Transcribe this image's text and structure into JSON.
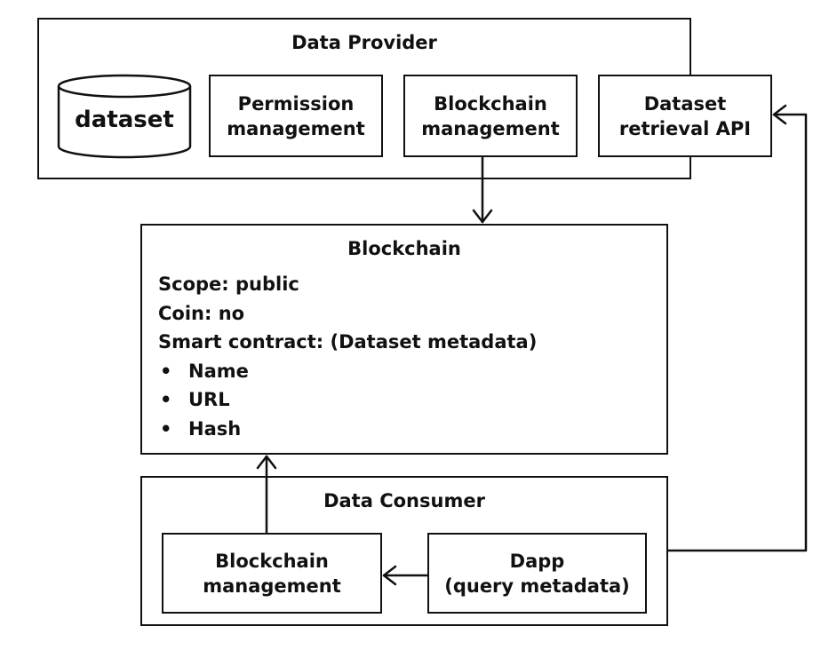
{
  "data_provider": {
    "title": "Data Provider",
    "dataset_label": "dataset",
    "permission_management": [
      "Permission",
      "management"
    ],
    "blockchain_management": [
      "Blockchain",
      "management"
    ],
    "dataset_retrieval_api": [
      "Dataset",
      "retrieval API"
    ]
  },
  "blockchain": {
    "title": "Blockchain",
    "lines": [
      "Scope: public",
      "Coin: no",
      "Smart contract: (Dataset metadata)"
    ],
    "bullet_symbol": "•",
    "bullets": [
      "Name",
      "URL",
      "Hash"
    ]
  },
  "data_consumer": {
    "title": "Data Consumer",
    "blockchain_management": [
      "Blockchain",
      "management"
    ],
    "dapp": [
      "Dapp",
      "(query metadata)"
    ]
  },
  "colors": {
    "stroke": "#111111",
    "background": "#ffffff"
  }
}
